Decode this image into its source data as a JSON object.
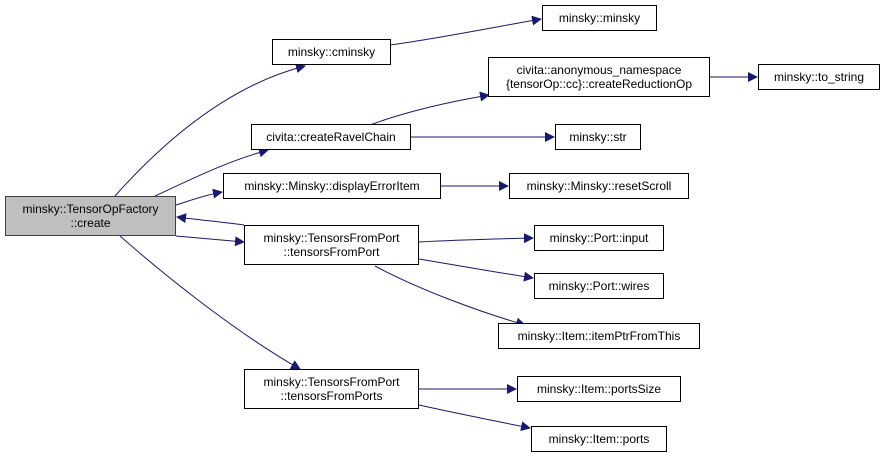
{
  "colors": {
    "edge": "#191970",
    "node_border": "#000000",
    "root_fill": "#bfbfbf",
    "node_fill": "#ffffff"
  },
  "nodes": {
    "root": {
      "line1": "minsky::TensorOpFactory",
      "line2": "::create"
    },
    "cminsky": {
      "line1": "minsky::cminsky"
    },
    "minsky": {
      "line1": "minsky::minsky"
    },
    "createRavelChain": {
      "line1": "civita::createRavelChain"
    },
    "createReductionOp": {
      "line1": "civita::anonymous_namespace",
      "line2": "{tensorOp::cc}::createReductionOp"
    },
    "to_string": {
      "line1": "minsky::to_string"
    },
    "str": {
      "line1": "minsky::str"
    },
    "displayErrorItem": {
      "line1": "minsky::Minsky::displayErrorItem"
    },
    "resetScroll": {
      "line1": "minsky::Minsky::resetScroll"
    },
    "tensorsFromPort": {
      "line1": "minsky::TensorsFromPort",
      "line2": "::tensorsFromPort"
    },
    "input": {
      "line1": "minsky::Port::input"
    },
    "wires": {
      "line1": "minsky::Port::wires"
    },
    "itemPtrFromThis": {
      "line1": "minsky::Item::itemPtrFromThis"
    },
    "tensorsFromPorts": {
      "line1": "minsky::TensorsFromPort",
      "line2": "::tensorsFromPorts"
    },
    "portsSize": {
      "line1": "minsky::Item::portsSize"
    },
    "ports": {
      "line1": "minsky::Item::ports"
    }
  }
}
